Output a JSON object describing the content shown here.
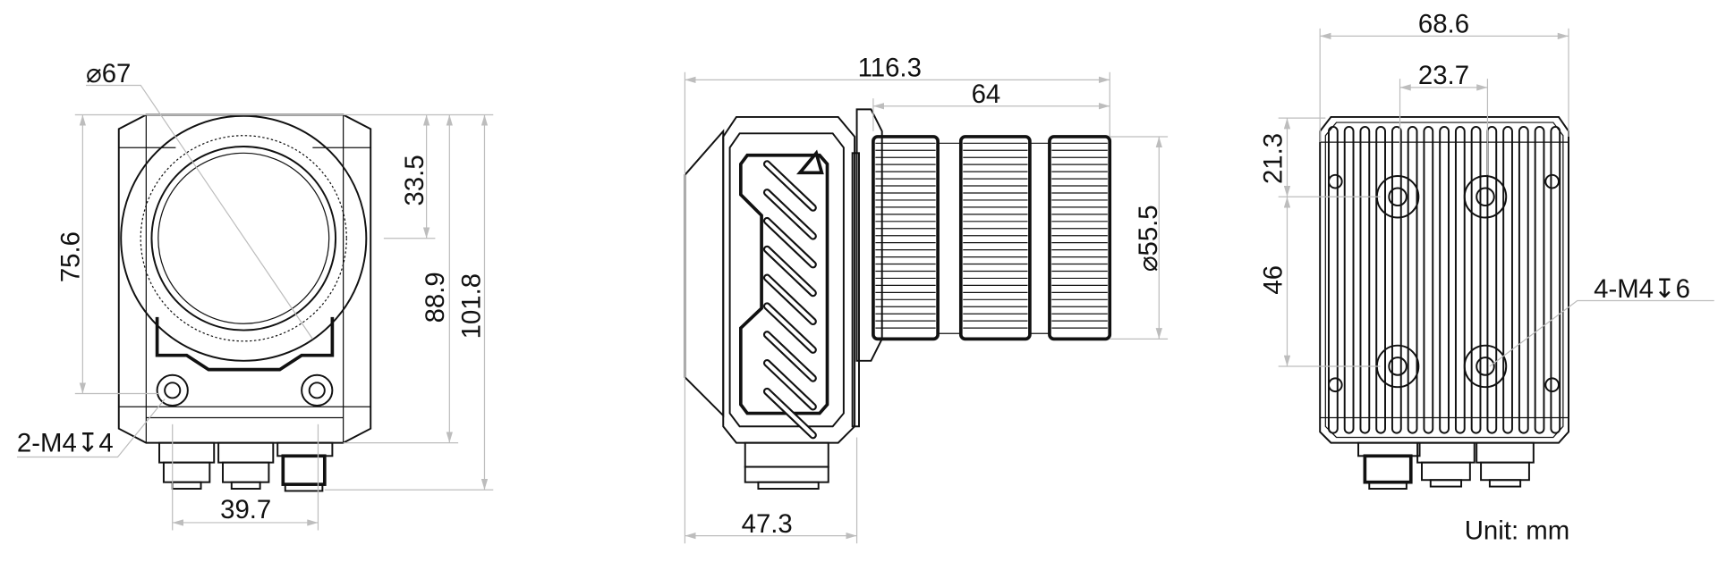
{
  "front_view": {
    "diameter_label": "⌀67",
    "height_mount_label": "75.6",
    "lens_center_label": "33.5",
    "body_height_label": "88.9",
    "total_height_label": "101.8",
    "hole_spacing_label": "39.7",
    "thread_label": "2-M4↧4"
  },
  "side_view": {
    "total_length_label": "116.3",
    "lens_length_label": "64",
    "lens_diameter_label": "⌀55.5",
    "body_depth_label": "47.3"
  },
  "rear_view": {
    "width_label": "68.6",
    "hole_spacing_x_label": "23.7",
    "top_offset_label": "21.3",
    "hole_spacing_y_label": "46",
    "thread_label": "4-M4↧6"
  },
  "unit_label": "Unit: mm"
}
